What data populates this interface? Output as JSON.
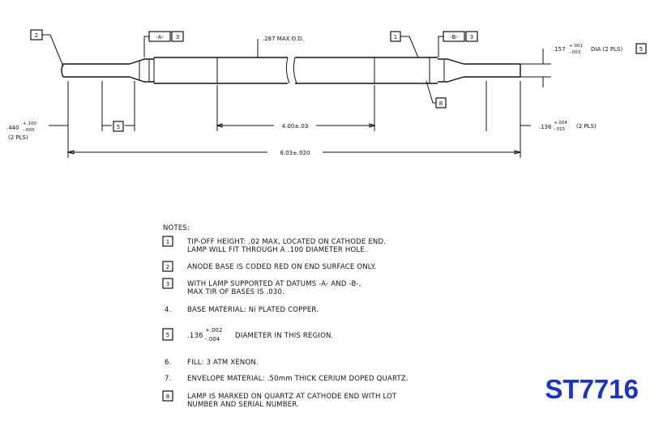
{
  "drawing": {
    "callouts": {
      "c2": "2",
      "c1": "1",
      "c3a": "3",
      "c3b": "3",
      "c8": "8",
      "c5a": "5",
      "c5b": "5",
      "datum_a": "-A-",
      "datum_b": "-B-"
    },
    "dims": {
      "max_od": ".287 MAX O.D.",
      "top_right_main": ".157",
      "top_right_plus": "+.001",
      "top_right_minus": "-.003",
      "top_right_tail": "DIA (2 PLS)",
      "left_main": ".440",
      "left_plus": "+.100",
      "left_minus": "-.000",
      "left_pls": "(2 PLS)",
      "mid": "4.00±.03",
      "right_main": ".136",
      "right_plus": "+.004",
      "right_minus": "-.015",
      "right_tail": "(2 PLS)",
      "overall": "8.03±.020"
    }
  },
  "notes": {
    "title": "NOTES:",
    "items": [
      {
        "num": "1",
        "boxed": true,
        "lines": [
          "TIP-OFF HEIGHT: .02 MAX, LOCATED ON CATHODE END.",
          "LAMP WILL FIT THROUGH A .100 DIAMETER HOLE."
        ]
      },
      {
        "num": "2",
        "boxed": true,
        "lines": [
          "ANODE BASE IS CODED RED ON END SURFACE ONLY."
        ]
      },
      {
        "num": "3",
        "boxed": true,
        "lines": [
          "WITH LAMP SUPPORTED AT DATUMS -A- AND -B-,",
          "MAX TIR OF BASES IS .030."
        ]
      },
      {
        "num": "4.",
        "boxed": false,
        "lines": [
          "BASE MATERIAL: Ni PLATED COPPER."
        ]
      },
      {
        "num": "5",
        "boxed": true,
        "lines": [
          ".136",
          "+.002",
          "-.004",
          "DIAMETER IN THIS REGION."
        ]
      },
      {
        "num": "6.",
        "boxed": false,
        "lines": [
          "FILL: 3 ATM XENON."
        ]
      },
      {
        "num": "7.",
        "boxed": false,
        "lines": [
          "ENVELOPE MATERIAL: .50mm THICK CERIUM DOPED QUARTZ."
        ]
      },
      {
        "num": "8",
        "boxed": true,
        "lines": [
          "LAMP IS MARKED ON QUARTZ AT CATHODE END WITH LOT",
          "NUMBER AND SERIAL NUMBER."
        ]
      }
    ]
  },
  "part_number": "ST7716"
}
